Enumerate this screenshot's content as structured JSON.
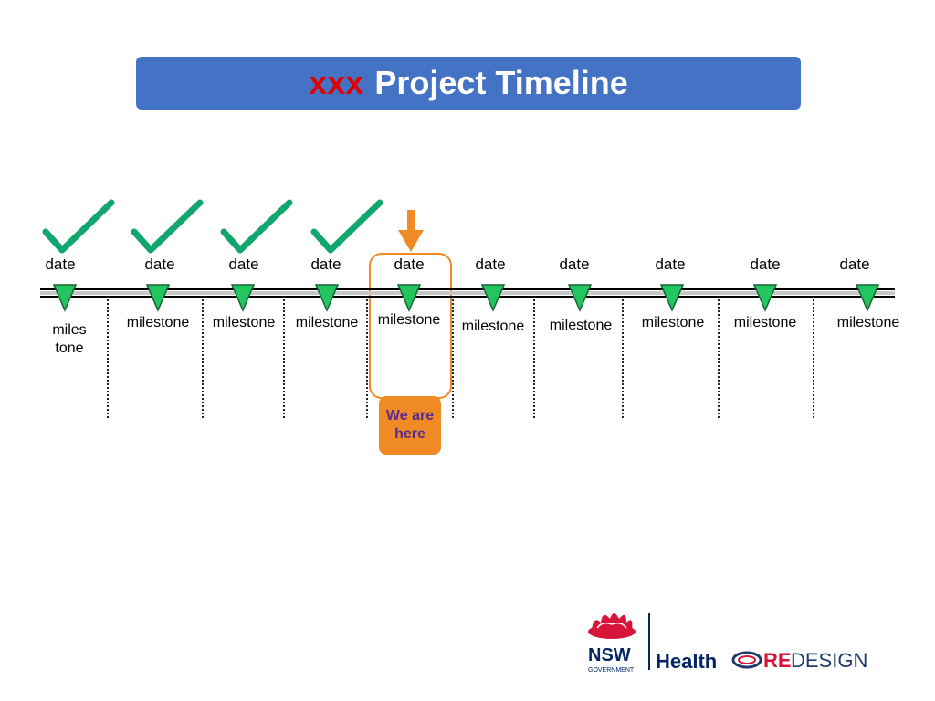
{
  "header": {
    "title_accent": "xxx",
    "title": "Project Timeline"
  },
  "timeline": {
    "dates": [
      "date",
      "date",
      "date",
      "date",
      "date",
      "date",
      "date",
      "date",
      "date",
      "date"
    ],
    "milestones": [
      "miles\ntone",
      "milestone",
      "milestone",
      "milestone",
      "milestone",
      "milestone",
      "milestone",
      "milestone",
      "milestone",
      "milestone"
    ],
    "completed_count": 4,
    "current_index": 4,
    "current_label": "We are here"
  },
  "colors": {
    "title_bg": "#4472c4",
    "accent_red": "#e00000",
    "check_green": "#12a66f",
    "marker_green": "#22c55e",
    "highlight_orange": "#f08a24",
    "here_text": "#5b2c8f"
  },
  "logo": {
    "org": "NSW",
    "org_sub": "GOVERNMENT",
    "brand": "Health",
    "program_bold": "RE",
    "program": "DESIGN"
  }
}
